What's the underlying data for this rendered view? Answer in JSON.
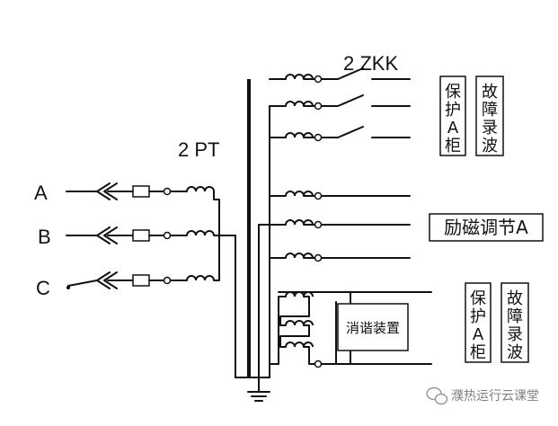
{
  "labels": {
    "pt": "2 PT",
    "zkk": "2 ZKK",
    "phase_a": "A",
    "phase_b": "B",
    "phase_c": "C"
  },
  "boxes": {
    "protect_a_top": [
      "保",
      "护",
      "A",
      "柜"
    ],
    "fault_rec_top": [
      "故",
      "障",
      "录",
      "波"
    ],
    "excitation": "励磁调节A",
    "harmonic": "消谐装置",
    "protect_a_bottom": [
      "保",
      "护",
      "A",
      "柜"
    ],
    "fault_rec_bottom": [
      "故",
      "障",
      "录",
      "波"
    ]
  },
  "watermark": {
    "text": "濮热运行云课堂",
    "icon": "wechat-icon"
  }
}
